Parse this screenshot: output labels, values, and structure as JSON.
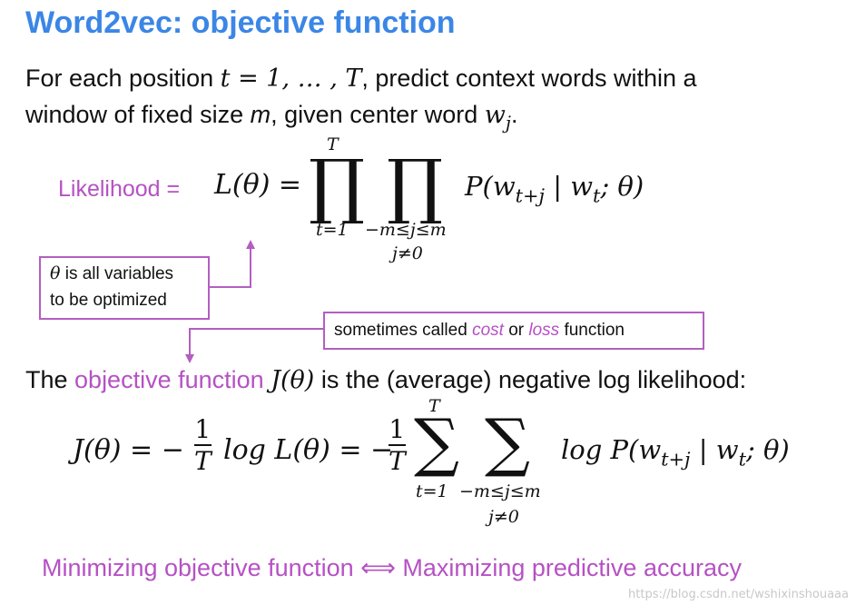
{
  "title": "Word2vec: objective function",
  "intro": {
    "line1_before": "For each position",
    "line1_math": "t = 1, … , T",
    "line1_after": ", predict context words within a",
    "line2_before": "window of fixed size",
    "line2_m": "m",
    "line2_mid": ", given center word",
    "line2_w": "w",
    "line2_wsub": "j",
    "line2_end": "."
  },
  "likelihood": {
    "label": "Likelihood =",
    "lhs": "L(θ) =",
    "prod_symbol": "∏",
    "prod1_upper": "T",
    "prod1_lower": "t=1",
    "prod2_lower": "−m≤j≤m",
    "prod2_lower2": "j≠0",
    "term": "P(w",
    "term_sub1": "t+j",
    "term_mid": " | w",
    "term_sub2": "t",
    "term_end": "; θ)"
  },
  "theta_box": {
    "theta": "θ",
    "line1": " is all variables",
    "line2": "to be optimized"
  },
  "cost_box": {
    "before": "sometimes called ",
    "cost": "cost",
    "or": " or ",
    "loss": "loss",
    "after": " function"
  },
  "objective_sentence": {
    "before": "The ",
    "highlight": "objective function",
    "math": "J(θ)",
    "after": "is the (average) negative log likelihood:"
  },
  "objective_eq": {
    "lhs": "J(θ) = −",
    "frac_num": "1",
    "frac_den": "T",
    "log_part": "log L(θ) = −",
    "sum_symbol": "∑",
    "sum1_upper": "T",
    "sum1_lower": "t=1",
    "sum2_lower": "−m≤j≤m",
    "sum2_lower2": "j≠0",
    "term": "log P(w",
    "term_sub1": "t+j",
    "term_mid": " | w",
    "term_sub2": "t",
    "term_end": "; θ)"
  },
  "conclusion": "Minimizing objective function ⟺ Maximizing predictive accuracy",
  "watermark": "https://blog.csdn.net/wshixinshouaaa",
  "colors": {
    "title": "#3b86e6",
    "accent": "#b651c4",
    "box_border": "#b25fc0"
  }
}
